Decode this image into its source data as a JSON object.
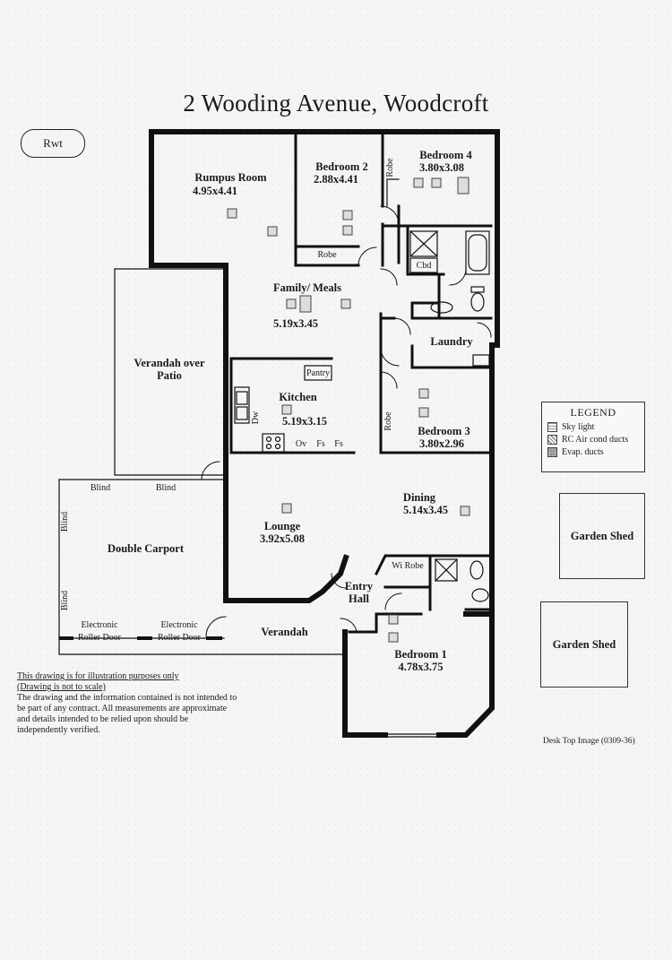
{
  "title": "2 Wooding Avenue,  Woodcroft",
  "rwt_label": "Rwt",
  "rooms": {
    "rumpus": {
      "name": "Rumpus Room",
      "size": "4.95x4.41"
    },
    "bedroom2": {
      "name": "Bedroom 2",
      "size": "2.88x4.41"
    },
    "bedroom4": {
      "name": "Bedroom 4",
      "size": "3.80x3.08"
    },
    "family": {
      "name": "Family/ Meals",
      "size": "5.19x3.45"
    },
    "kitchen": {
      "name": "Kitchen",
      "size": "5.19x3.15"
    },
    "laundry": {
      "name": "Laundry"
    },
    "bedroom3": {
      "name": "Bedroom 3",
      "size": "3.80x2.96"
    },
    "dining": {
      "name": "Dining",
      "size": "5.14x3.45"
    },
    "lounge": {
      "name": "Lounge",
      "size": "3.92x5.08"
    },
    "entry": {
      "name": "Entry Hall"
    },
    "bedroom1": {
      "name": "Bedroom 1",
      "size": "4.78x3.75"
    },
    "verandah_patio": {
      "name": "Verandah over Patio"
    },
    "carport": {
      "name": "Double Carport"
    },
    "verandah": {
      "name": "Verandah"
    }
  },
  "fixtures": {
    "robe": "Robe",
    "cbd": "Cbd",
    "pantry": "Pantry",
    "dw": "Dw",
    "ov": "Ov",
    "fs": "Fs",
    "wi_robe": "Wi Robe",
    "blind": "Blind",
    "roller_door": "Electronic Roller Door"
  },
  "legend": {
    "title": "LEGEND",
    "items": [
      {
        "symbol": "sky",
        "label": "Sky light"
      },
      {
        "symbol": "rc",
        "label": "RC Air cond ducts"
      },
      {
        "symbol": "evap",
        "label": "Evap. ducts"
      }
    ]
  },
  "sheds": [
    "Garden Shed",
    "Garden Shed"
  ],
  "disclaimer": {
    "line1": "This drawing is for illustration purposes only",
    "line2": "(Drawing is not to scale)",
    "body": "The drawing and the information contained is not intended to be part of any contract.  All measurements are approximate and details intended to be relied upon should be independently verified."
  },
  "credit": "Desk Top Image  (0309-36)"
}
